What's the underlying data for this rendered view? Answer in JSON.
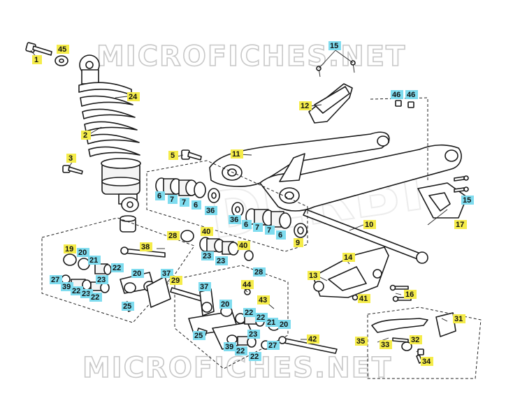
{
  "watermark": {
    "top": "MICROFICHES.NET",
    "bottom": "MICROFICHES.NET",
    "center": "DERBI"
  },
  "colors": {
    "yellow": "#f5ec4a",
    "cyan": "#7fdcef",
    "line": "#1a1a1a"
  },
  "callouts": {
    "c1": "1",
    "c45": "45",
    "c24": "24",
    "c2": "2",
    "c3": "3",
    "c5": "5",
    "c6a": "6",
    "c7a": "7",
    "c7b": "7",
    "c6b": "6",
    "c36a": "36",
    "c11": "11",
    "c12": "12",
    "c15a": "15",
    "c46a": "46",
    "c46b": "46",
    "c15b": "15",
    "c17": "17",
    "c10": "10",
    "c36b": "36",
    "c6c": "6",
    "c7c": "7",
    "c7d": "7",
    "c6d": "6",
    "c9": "9",
    "c28a": "28",
    "c40a": "40",
    "c40b": "40",
    "c23a": "23",
    "c23b": "23",
    "c28b": "28",
    "c19": "19",
    "c20a": "20",
    "c21a": "21",
    "c22a": "22",
    "c38": "38",
    "c27a": "27",
    "c39a": "39",
    "c22b": "22",
    "c23c": "23",
    "c22c": "22",
    "c23d": "23",
    "c20b": "20",
    "c37a": "37",
    "c29": "29",
    "c25a": "25",
    "c44": "44",
    "c37b": "37",
    "c43": "43",
    "c20c": "20",
    "c22d": "22",
    "c22e": "22",
    "c21b": "21",
    "c20d": "20",
    "c23e": "23",
    "c25b": "25",
    "c39b": "39",
    "c22f": "22",
    "c22g": "22",
    "c27b": "27",
    "c42": "42",
    "c14": "14",
    "c13": "13",
    "c41": "41",
    "c16": "16",
    "c31": "31",
    "c35": "35",
    "c33": "33",
    "c32": "32",
    "c34": "34"
  }
}
